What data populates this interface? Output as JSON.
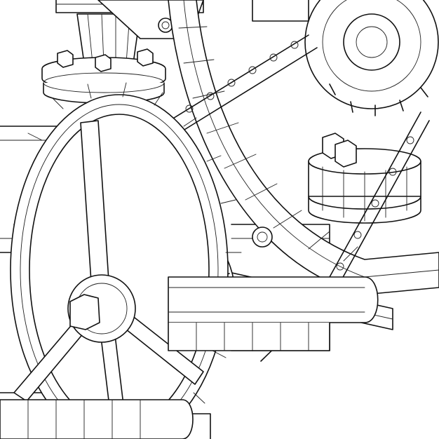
{
  "drawing": {
    "style": "black-and-white wireframe line drawing",
    "colors": {
      "background": "#ffffff",
      "line": "#111111"
    },
    "parts": [
      "handwheel",
      "sprocket",
      "roller-chain",
      "valve-flange",
      "hex-bolts",
      "pressure-gauge",
      "curved-pipe"
    ]
  }
}
